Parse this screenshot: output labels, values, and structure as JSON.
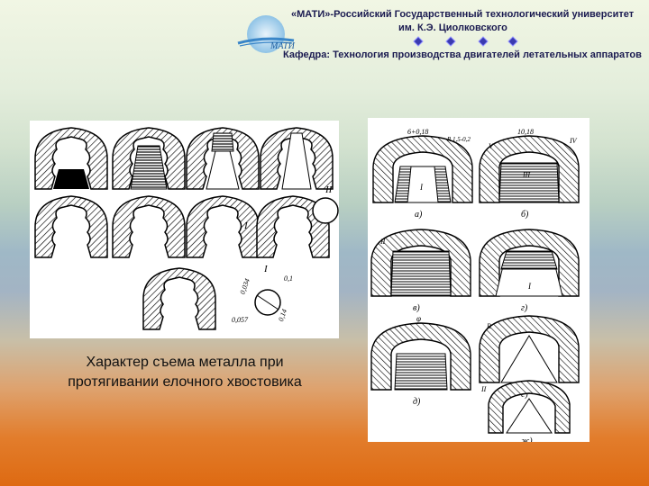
{
  "header": {
    "line1": "«МАТИ»-Российский Государственный технологический университет",
    "line2": "им. К.Э. Циолковского",
    "line3": "Кафедра: Технология производства двигателей летательных аппаратов",
    "logo_text": "МАТИ",
    "colors": {
      "text": "#1a1a50",
      "logo_blue": "#3a86c8",
      "diamond": "#3a3ab0"
    }
  },
  "caption": {
    "line1": "Характер съема металла при",
    "line2": "протягивании елочного хвостовика"
  },
  "figure_left": {
    "labels": {
      "roman_2": "II",
      "roman_1": "I",
      "dim_a": "0,034",
      "dim_b": "0,1",
      "dim_c": "0,057",
      "dim_d": "0,14"
    }
  },
  "figure_right": {
    "labels": {
      "dim_top_a": "6+0,18",
      "dim_r": "R 1,5-0,2",
      "dim_top_b": "10,18",
      "sub_a": "а)",
      "sub_b": "б)",
      "sub_v": "в)",
      "sub_g": "г)",
      "sub_d": "д)",
      "sub_e": "е)",
      "sub_zh": "ж)",
      "roman_1": "I",
      "roman_2": "II",
      "roman_3": "III",
      "roman_4": "IV",
      "roman_5": "V",
      "phi": "φ",
      "r": "R"
    }
  }
}
